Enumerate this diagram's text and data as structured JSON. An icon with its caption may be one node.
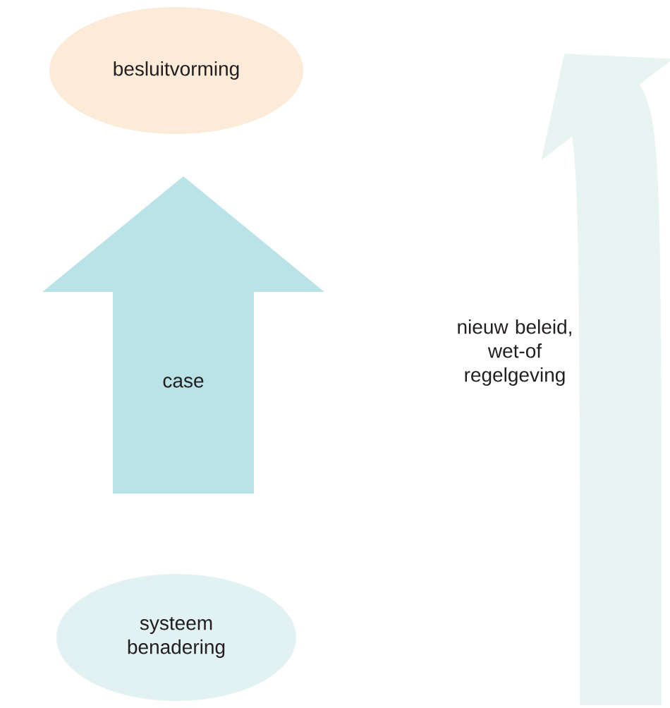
{
  "diagram": {
    "nodes": [
      {
        "text": [
          "besluitvorming"
        ]
      },
      {
        "text": [
          "case"
        ]
      },
      {
        "text": [
          "systeem benadering"
        ]
      },
      {
        "text": [
          "nieuw beleid, wet-of regelgeving"
        ]
      }
    ]
  }
}
